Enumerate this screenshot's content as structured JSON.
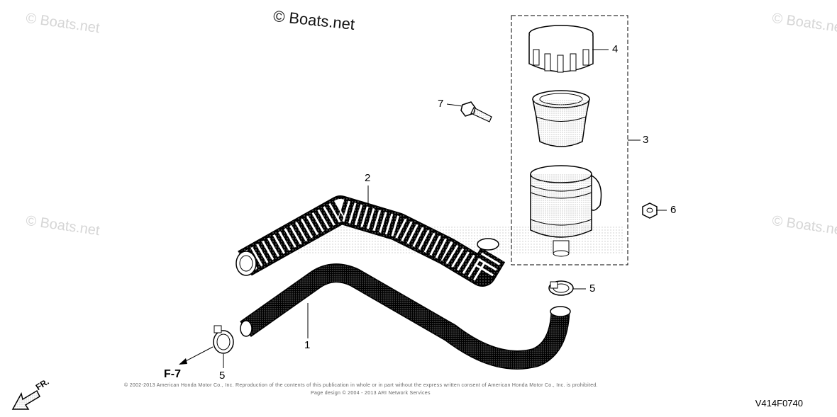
{
  "watermark": {
    "main": "© Boats.net",
    "repeat": "© Boats.net"
  },
  "callouts": {
    "c1": "1",
    "c2": "2",
    "c3": "3",
    "c4": "4",
    "c5a": "5",
    "c5b": "5",
    "c6": "6",
    "c7": "7"
  },
  "direction": {
    "ref": "F-7",
    "front": "FR."
  },
  "diagram_code": "V414F0740",
  "copyright": {
    "line1": "© 2002-2013 American Honda Motor Co., Inc. Reproduction of the contents of this publication in whole or in part without the express written consent of American Honda Motor Co., Inc. is prohibited.",
    "line2": "Page design © 2004 - 2013 ARI Network Services"
  }
}
